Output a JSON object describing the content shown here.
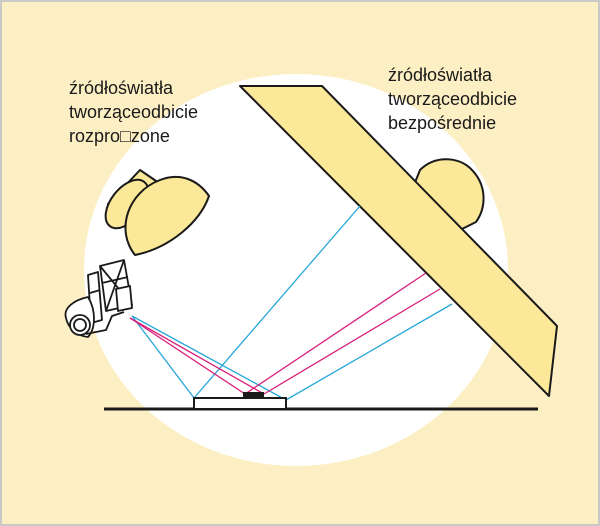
{
  "labels": {
    "diffuse_source": {
      "line1": "źródłoświatła",
      "line2": "tworząceodbicie",
      "line3": "rozpro□zone"
    },
    "direct_source": {
      "line1": "źródłoświatła",
      "line2": "tworząceodbicie",
      "line3": "bezpośrednie"
    }
  },
  "colors": {
    "background": "#fcefc3",
    "panel_border": "#c9c9c9",
    "spotlight": "#ffffff",
    "light_fill": "#fbe898",
    "outline": "#1a1a1a",
    "ray_cyan": "#26a7d8",
    "ray_magenta": "#d9207a"
  },
  "icons": [
    "softbox-light-icon",
    "panel-light-icon",
    "camera-icon"
  ]
}
